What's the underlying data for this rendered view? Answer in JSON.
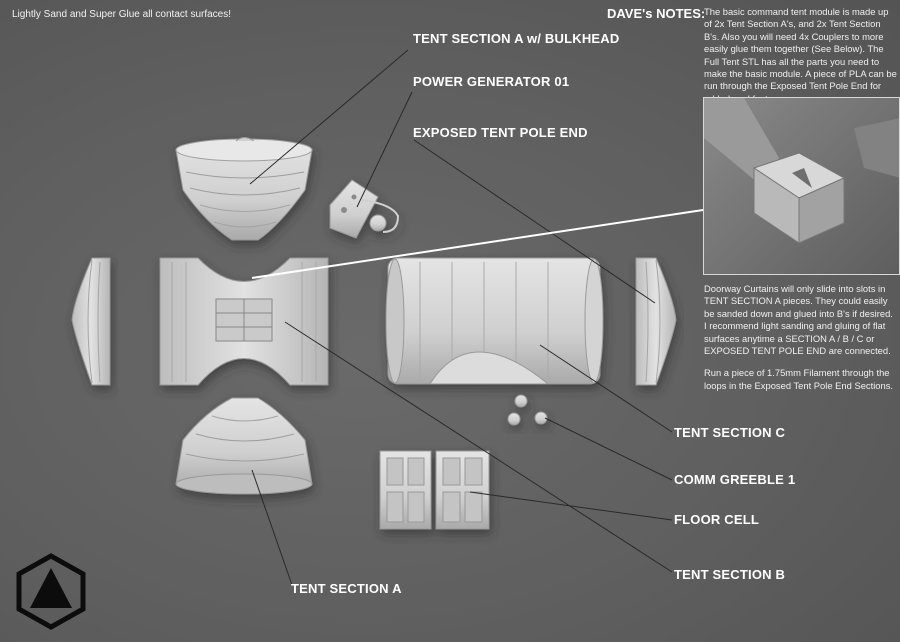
{
  "top_note": "Lightly Sand and Super Glue all contact surfaces!",
  "labels": {
    "tent_section_a_bulkhead": "TENT SECTION A w/ BULKHEAD",
    "power_generator": "POWER GENERATOR 01",
    "exposed_tent_pole_end": "EXPOSED TENT POLE END",
    "tent_section_c": "TENT SECTION C",
    "comm_greeble": "COMM GREEBLE 1",
    "floor_cell": "FLOOR CELL",
    "tent_section_b": "TENT SECTION B",
    "tent_section_a": "TENT SECTION A"
  },
  "notes": {
    "heading": "DAVE's NOTES:",
    "intro": "The basic command tent module is made up of 2x Tent Section A's, and 2x Tent Section B's. Also you will need 4x Couplers to more easily glue them together (See Below). The Full Tent STL has all the parts you need to make the basic module. A piece of PLA can be run through the Exposed Tent Pole End for added cool factor.",
    "para1": "Doorway Curtains will only slide into slots in TENT SECTION A pieces. They could easily be sanded down and glued into B's if desired.",
    "para2": "I recommend light sanding and gluing of flat surfaces  anytime a SECTION A / B / C or EXPOSED TENT POLE END are connected.",
    "para3": "Run a piece of 1.75mm Filament through the loops in the Exposed Tent Pole End Sections."
  },
  "colors": {
    "background": "#5d5d5d",
    "model": "#d6d6d6",
    "text": "#ffffff"
  },
  "icons": {
    "logo": "hexagon-logo-icon"
  }
}
